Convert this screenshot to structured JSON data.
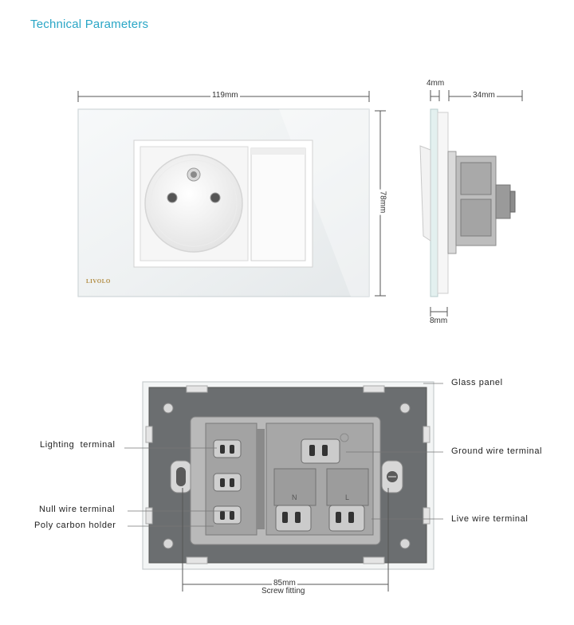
{
  "header": {
    "title": "Technical Parameters"
  },
  "dimensions": {
    "width": "119mm",
    "height": "78mm",
    "glass_thickness": "4mm",
    "depth": "34mm",
    "frame": "8mm",
    "screw_distance": "85mm",
    "screw_caption": "Screw fitting"
  },
  "brand": {
    "logo_text": "LIVOLO"
  },
  "socket_markings": {
    "neutral": "N",
    "live": "L"
  },
  "callouts": {
    "glass_panel": "Glass panel",
    "lighting_terminal": "Lighting  terminal",
    "ground_wire_terminal": "Ground wire terminal",
    "null_wire_terminal": "Null wire terminal",
    "poly_carbon_holder": "Poly carbon holder",
    "live_wire_terminal": "Live wire terminal"
  },
  "colors": {
    "title": "#2aa6c6",
    "backplate": "#6b6e70",
    "module": "#9a9a9a",
    "glass": "#eef2f3"
  }
}
